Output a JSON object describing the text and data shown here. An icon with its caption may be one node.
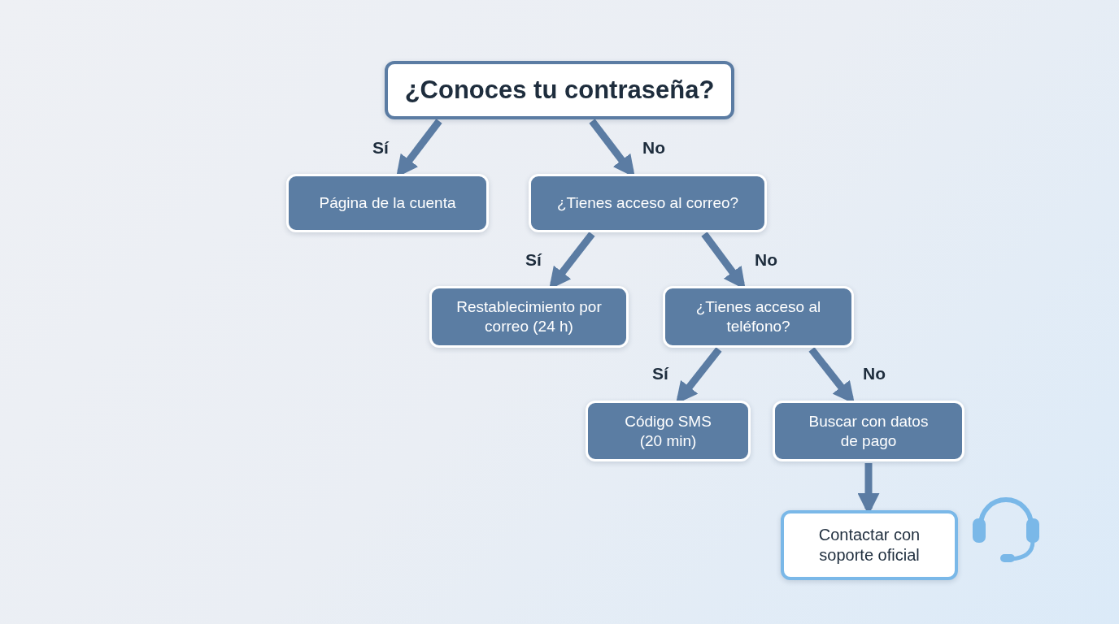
{
  "diagram": {
    "nodes": [
      {
        "text": [
          "¿Conoces tu contraseña?"
        ]
      },
      {
        "text": [
          "Página de la cuenta"
        ]
      },
      {
        "text": [
          "¿Tienes acceso al correo?"
        ]
      },
      {
        "text": [
          "Restablecimiento por correo (24 h)"
        ]
      },
      {
        "text": [
          "¿Tienes acceso al teléfono?"
        ]
      },
      {
        "text": [
          "Código SMS (20 min)"
        ]
      },
      {
        "text": [
          "Buscar con datos de pago"
        ]
      },
      {
        "text": [
          "Contactar con soporte oficial"
        ]
      }
    ],
    "edges": [
      {
        "from": 0,
        "to": 1,
        "arrow": "to",
        "label": "Sí"
      },
      {
        "from": 0,
        "to": 2,
        "arrow": "to",
        "label": "No"
      },
      {
        "from": 2,
        "to": 3,
        "arrow": "to",
        "label": "Sí"
      },
      {
        "from": 2,
        "to": 4,
        "arrow": "to",
        "label": "No"
      },
      {
        "from": 4,
        "to": 5,
        "arrow": "to",
        "label": "Sí"
      },
      {
        "from": 4,
        "to": 6,
        "arrow": "to",
        "label": "No"
      },
      {
        "from": 6,
        "to": 7,
        "arrow": "to"
      }
    ]
  }
}
